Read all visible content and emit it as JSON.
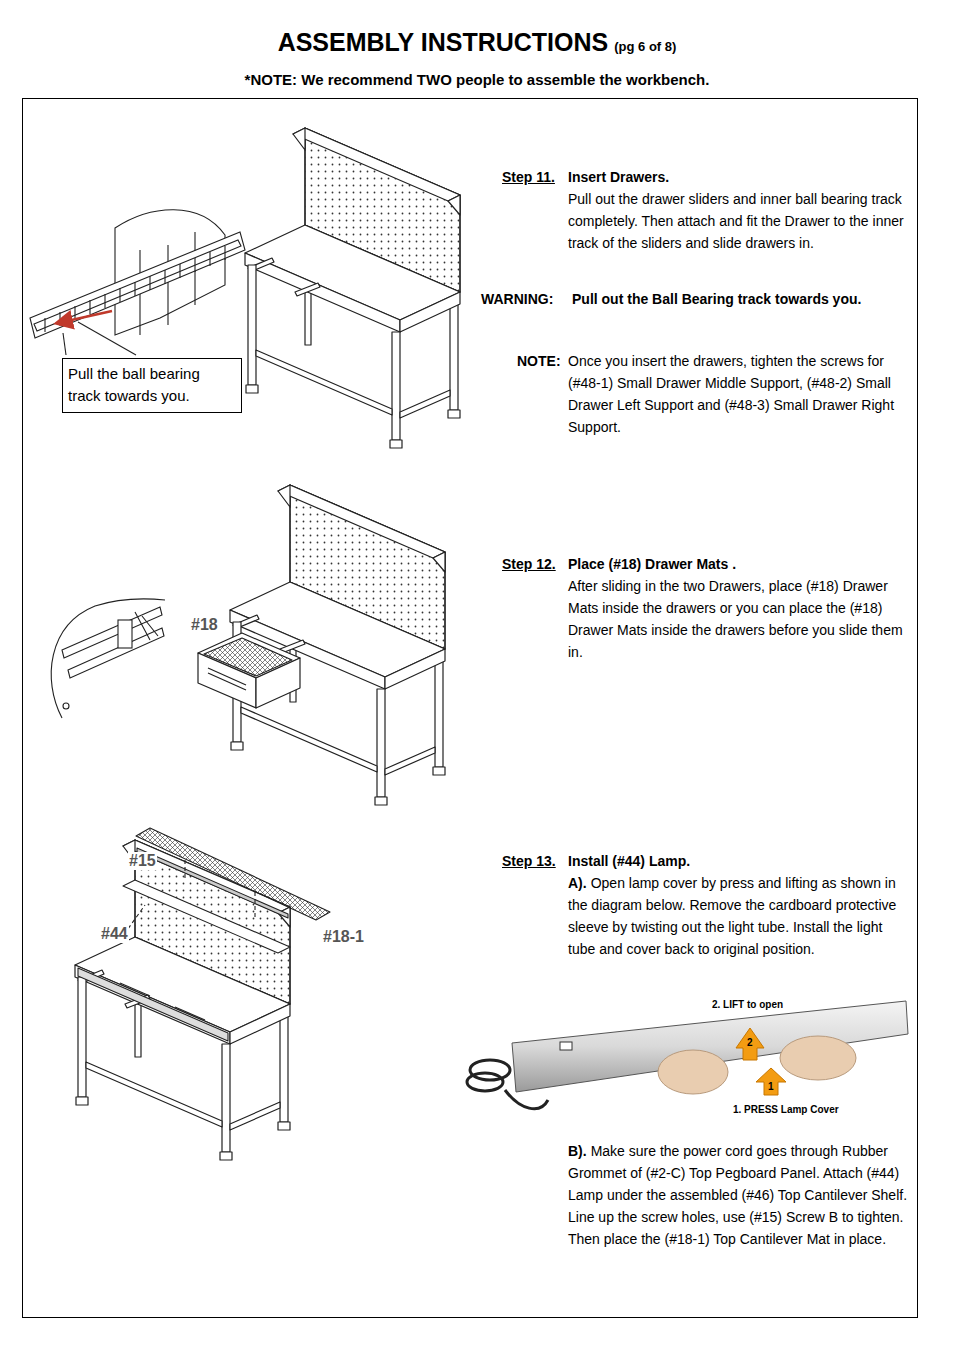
{
  "diagram": {
    "title": "ASSEMBLY INSTRUCTIONS",
    "nodes": [
      {
        "text": [
          "Pull the ball bearing track towards you."
        ]
      }
    ],
    "labels": [
      "(pg 6 of 8)",
      "*NOTE: We recommend TWO people to assemble the workbench.",
      "Step 11.",
      "Insert Drawers.",
      "Pull out the drawer sliders and inner ball bearing track completely. Then attach and fit the Drawer to the inner track of the sliders and slide drawers in.",
      "WARNING:",
      "Pull out the Ball Bearing track towards you.",
      "NOTE:",
      "Once you insert the drawers, tighten the screws for (#48-1) Small Drawer Middle Support, (#48-2) Small Drawer Left Support and (#48-3) Small Drawer Right Support.",
      "Step 12.",
      "Place (#18) Drawer Mats .",
      "After sliding in the two Drawers, place (#18) Drawer Mats inside the drawers or you can place the (#18) Drawer Mats inside the drawers before you slide them in.",
      "Step 13.",
      "Install (#44) Lamp.",
      "A).",
      "Open lamp cover by press and lifting as shown in the diagram below. Remove the cardboard protective sleeve by twisting out the light tube. Install the light tube and cover back to original position.",
      "2. LIFT to open",
      "2",
      "1",
      "1. PRESS Lamp Cover",
      "B).",
      "Make sure the power cord goes through Rubber Grommet of (#2-C) Top Pegboard Panel. Attach (#44) Lamp under the assembled (#46) Top Cantilever Shelf. Line up the screw holes, use (#15) Screw B to tighten. Then place the (#18-1) Top Cantilever Mat in place.",
      "#18",
      "#15",
      "#44",
      "#18-1"
    ]
  }
}
